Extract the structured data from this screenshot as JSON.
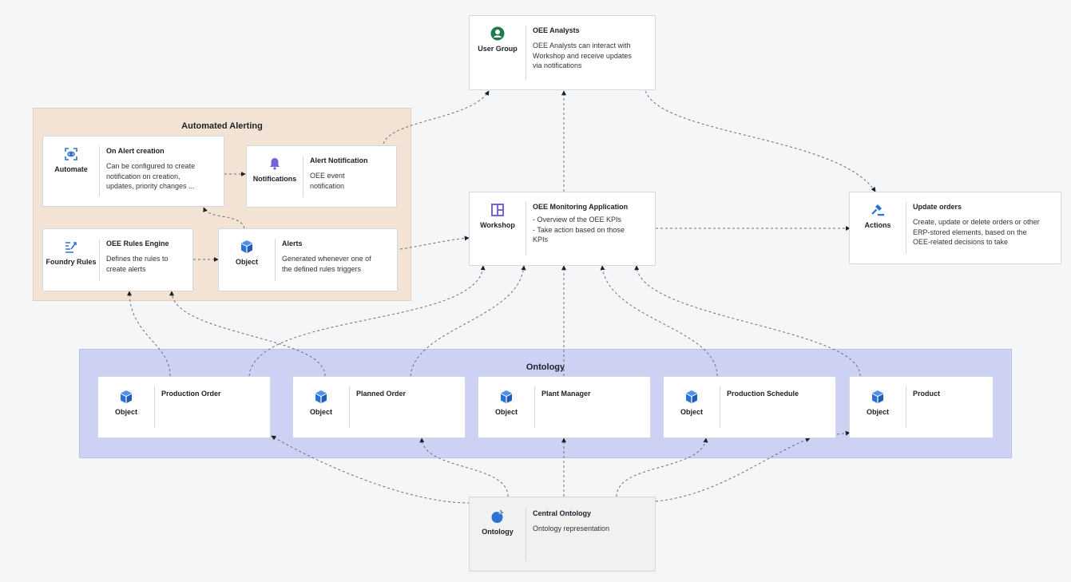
{
  "groups": {
    "alerting": "Automated Alerting",
    "ontology": "Ontology"
  },
  "colors": {
    "object_icon": "#2d72d2",
    "user_group_icon": "#1c7b46",
    "notification_icon": "#7961db",
    "workshop_icon": "#7961db",
    "alerting_group_bg": "#f3e3d5",
    "ontology_group_bg": "#cdd1f3"
  },
  "nodes": {
    "oee_analysts": {
      "kind": "User Group",
      "icon": "user-group-icon",
      "title": "OEE Analysts",
      "desc": "OEE Analysts can interact with\nWorkshop and receive updates\nvia notifications"
    },
    "on_alert_creation": {
      "kind": "Automate",
      "icon": "automate-icon",
      "title": "On Alert creation",
      "desc": "Can be configured to create\nnotification on creation,\nupdates, priority changes ..."
    },
    "alert_notification": {
      "kind": "Notifications",
      "icon": "bell-icon",
      "title": "Alert Notification",
      "desc": "OEE event\nnotification"
    },
    "rules_engine": {
      "kind": "Foundry\nRules",
      "icon": "rules-icon",
      "title": "OEE Rules Engine",
      "desc": "Defines the rules to\ncreate alerts"
    },
    "alerts": {
      "kind": "Object",
      "icon": "cube-icon",
      "title": "Alerts",
      "desc": "Generated whenever one of\nthe defined rules triggers"
    },
    "monitoring": {
      "kind": "Workshop",
      "icon": "workshop-icon",
      "title": "OEE Monitoring Application",
      "desc": "- Overview of the OEE KPIs\n- Take action based on those\nKPIs"
    },
    "update_orders": {
      "kind": "Actions",
      "icon": "action-icon",
      "title": "Update orders",
      "desc": "Create, update or delete orders or other\nERP-stored elements, based on the\nOEE-related decisions to take"
    },
    "production_order": {
      "kind": "Object",
      "icon": "cube-icon",
      "title": "Production Order",
      "desc": ""
    },
    "planned_order": {
      "kind": "Object",
      "icon": "cube-icon",
      "title": "Planned Order",
      "desc": ""
    },
    "plant_manager": {
      "kind": "Object",
      "icon": "cube-icon",
      "title": "Plant Manager",
      "desc": ""
    },
    "production_schedule": {
      "kind": "Object",
      "icon": "cube-icon",
      "title": "Production Schedule",
      "desc": ""
    },
    "product": {
      "kind": "Object",
      "icon": "cube-icon",
      "title": "Product",
      "desc": ""
    },
    "central_ontology": {
      "kind": "Ontology",
      "icon": "ontology-icon",
      "title": "Central Ontology",
      "desc": "Ontology representation"
    }
  }
}
